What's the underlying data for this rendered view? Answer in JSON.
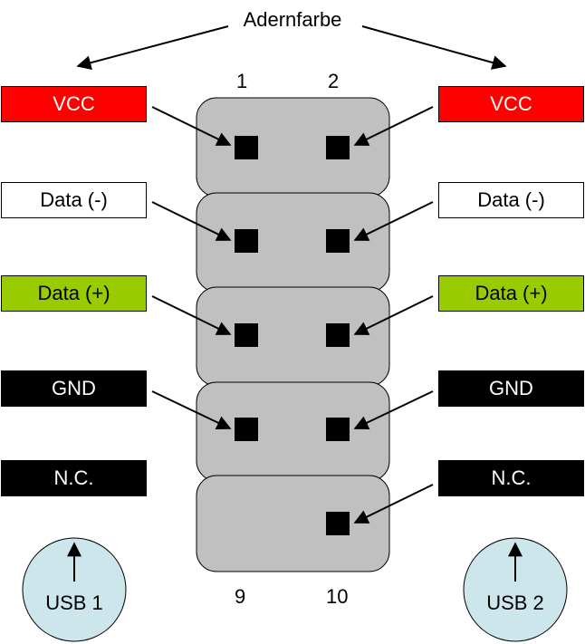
{
  "title": "Adernfarbe",
  "pins": {
    "top_left": "1",
    "top_right": "2",
    "bottom_left": "9",
    "bottom_right": "10"
  },
  "wires": [
    {
      "label": "VCC",
      "bg": "#ff0000",
      "fg": "#ffffff"
    },
    {
      "label": "Data (-)",
      "bg": "#ffffff",
      "fg": "#000000"
    },
    {
      "label": "Data (+)",
      "bg": "#99cc00",
      "fg": "#000000"
    },
    {
      "label": "GND",
      "bg": "#000000",
      "fg": "#ffffff"
    },
    {
      "label": "N.C.",
      "bg": "#000000",
      "fg": "#ffffff"
    }
  ],
  "ports": [
    {
      "label": "USB 1"
    },
    {
      "label": "USB 2"
    }
  ],
  "colors": {
    "connector_fill": "#c0c0c0",
    "pin": "#000000",
    "port_fill": "#cde6ec"
  }
}
